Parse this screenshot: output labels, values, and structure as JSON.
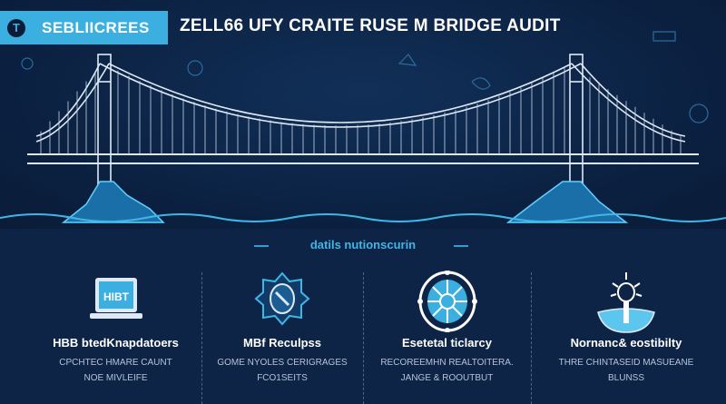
{
  "header": {
    "badge_label": "SEBLIICREES",
    "badge_icon": "T",
    "title": "ZELL66 UFY CRAITE RUSE M BRIDGE AUDIT"
  },
  "subtitle": "datils nutionscurin",
  "features": [
    {
      "icon": "laptop-icon",
      "icon_text": "HIBT",
      "title": "HBB btedKnapdatoers",
      "desc": [
        "CPCHTEC HMARE CAUNT",
        "NOE MIVLEIFE"
      ]
    },
    {
      "icon": "shield-badge-icon",
      "title": "MBf Reculpss",
      "desc": [
        "GOME NYOLES CERIGRAGES",
        "FCO1SEITS"
      ]
    },
    {
      "icon": "wheel-icon",
      "title": "Esetetal ticlarcy",
      "desc": [
        "RECOREEMHN REALTOITERA.",
        "JANGE & ROOUTBUT"
      ]
    },
    {
      "icon": "lighthouse-icon",
      "title": "Nornanc& eostibilty",
      "desc": [
        "THRE CHINTASEID MASUEANE",
        "BLUNSS"
      ]
    }
  ],
  "colors": {
    "accent": "#3bb0e0",
    "bg": "#0d2446"
  }
}
